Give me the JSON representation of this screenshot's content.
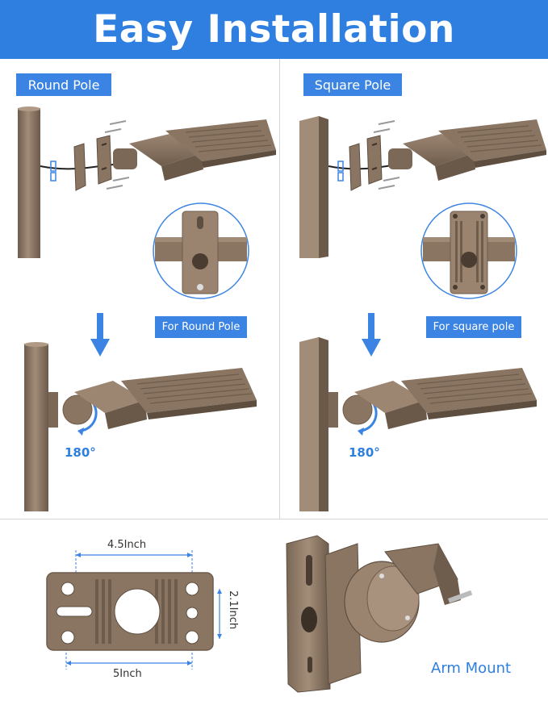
{
  "header": {
    "title": "Easy Installation"
  },
  "panels": {
    "round": {
      "label": "Round Pole",
      "callout": "For Round Pole",
      "rotation": "180°"
    },
    "square": {
      "label": "Square Pole",
      "callout": "For square pole",
      "rotation": "180°"
    }
  },
  "bracket": {
    "width_top": "4.5Inch",
    "height": "2.1Inch",
    "width_bottom": "5Inch"
  },
  "arm": {
    "label": "Arm Mount"
  },
  "colors": {
    "accent": "#2f7fe0",
    "bronze": "#8a7562",
    "bronze_dark": "#6e5c4c"
  }
}
